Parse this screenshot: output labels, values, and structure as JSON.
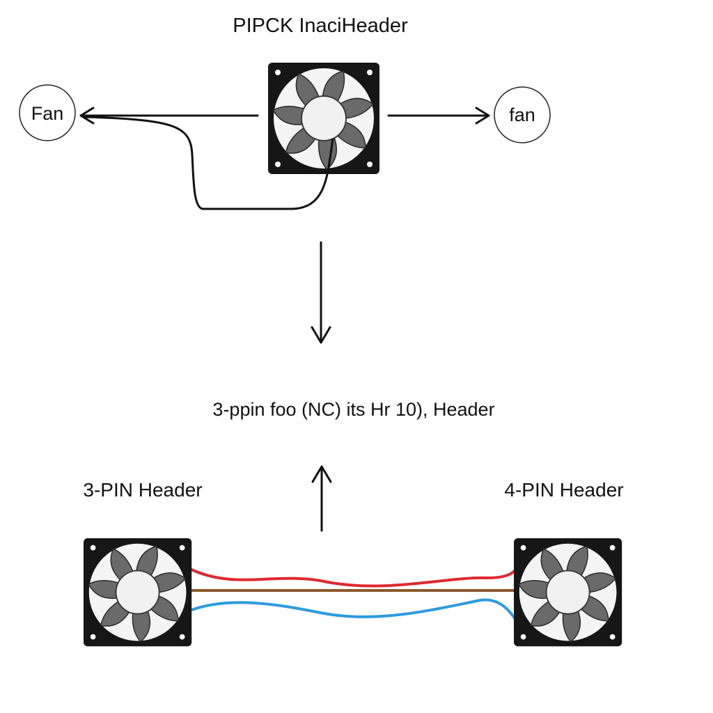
{
  "title": "PIPCK InaciHeader",
  "nodes": {
    "fan_left": "Fan",
    "fan_right": "fan"
  },
  "middle_label": "3-ppin foo (NC) its Hr 10), Header",
  "headers": {
    "left": "3-PIN Header",
    "right": "4-PIN Header"
  },
  "colors": {
    "wire_red": "#e0282f",
    "wire_brown": "#8a5a2b",
    "wire_blue": "#2d9be0",
    "wire_black": "#111111"
  },
  "icons": [
    "fan-icon",
    "fan-icon",
    "fan-icon"
  ]
}
